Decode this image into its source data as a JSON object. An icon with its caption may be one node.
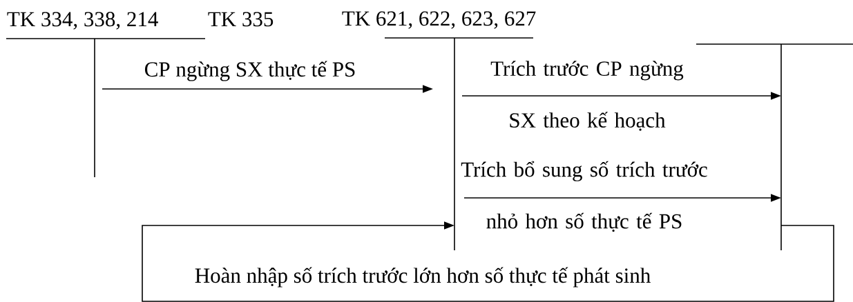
{
  "diagram": {
    "nodes": [
      {
        "text": [
          "TK 334, 338, 214"
        ]
      },
      {
        "text": [
          "TK 621, 622, 623, 627"
        ]
      },
      {
        "text": [],
        "shape": "bar"
      }
    ],
    "edges": [
      {
        "from": 0,
        "to": 1,
        "arrow": "to",
        "label": "CP ngừng SX thực tế PS"
      },
      {
        "from": 1,
        "to": 2,
        "arrow": "to",
        "label": "Trích trước CP ngừng SX theo kế hoạch"
      },
      {
        "from": 1,
        "to": 2,
        "arrow": "to",
        "label": "Trích bổ sung số trích trước nhỏ hơn số thực tế PS"
      },
      {
        "from": 2,
        "to": 1,
        "arrow": "to",
        "label": "Hoàn nhập số trích trước lớn hơn số thực tế phát sinh"
      }
    ],
    "labels": [
      "TK 335"
    ]
  }
}
